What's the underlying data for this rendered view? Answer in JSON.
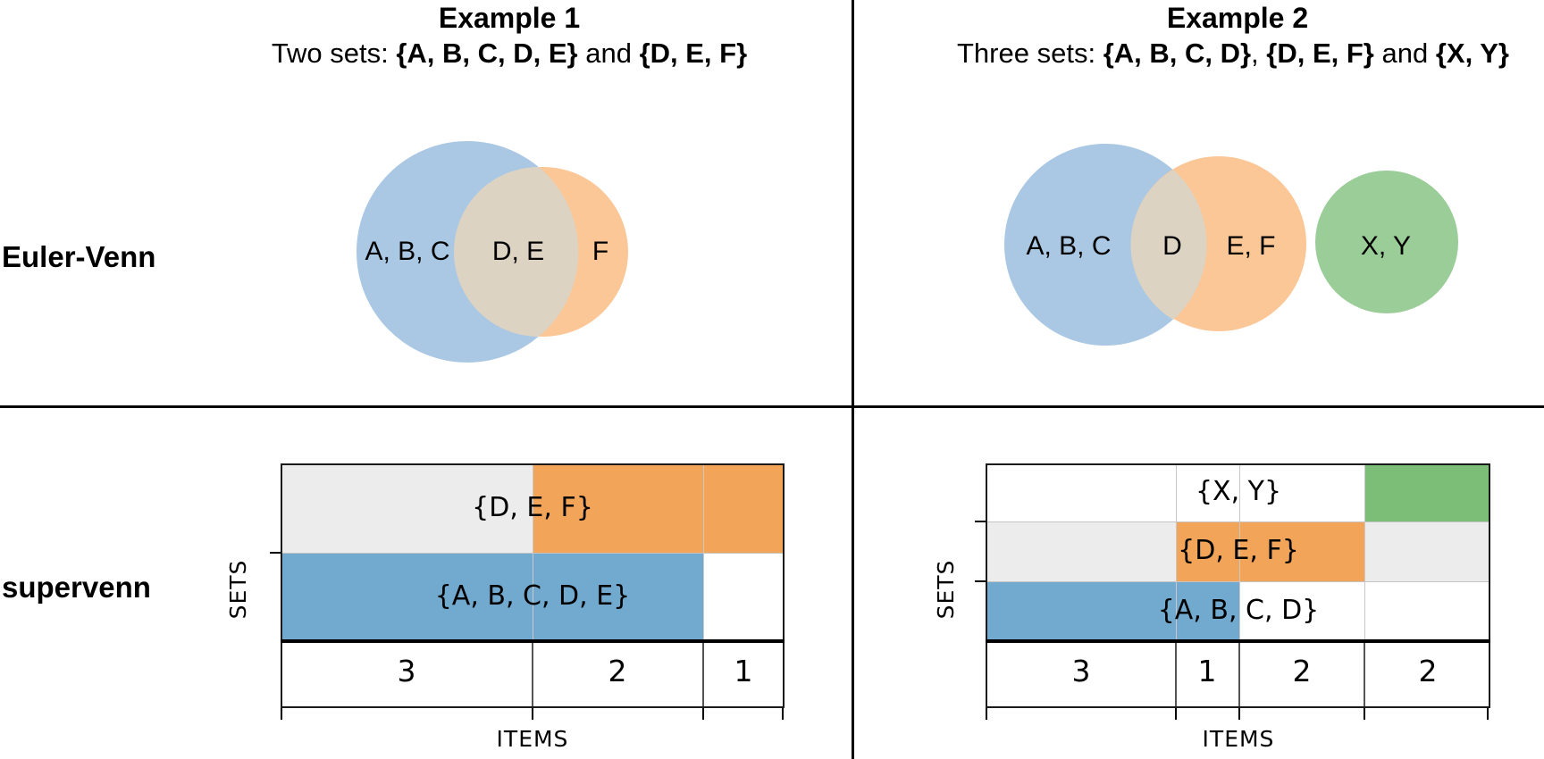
{
  "palette": {
    "venn_blue": "#aac8e4",
    "venn_orange": "#fbc797",
    "venn_overlap": "#ddd3c3",
    "venn_green": "#9bcd98",
    "supervenn_blue": "#72a9cf",
    "supervenn_orange": "#f2a459",
    "supervenn_green": "#7cbe78",
    "supervenn_stripe_gray": "#ececec",
    "divider": "#000000"
  },
  "row_labels": {
    "top": "Euler-Venn",
    "bottom": "supervenn"
  },
  "columns": [
    {
      "title": "Example 1",
      "subtitle_parts": [
        "Two sets: ",
        "{A, B, C, D, E}",
        " and ",
        "{D, E, F}"
      ],
      "venn_regions": {
        "left": "A, B, C",
        "overlap": "D, E",
        "right": "F"
      },
      "supervenn": {
        "set_labels": [
          "{D, E, F}",
          "{A, B, C, D, E}"
        ],
        "column_counts": [
          "3",
          "2",
          "1"
        ],
        "xlabel": "ITEMS",
        "ylabel": "SETS"
      }
    },
    {
      "title": "Example 2",
      "subtitle_parts": [
        "Three sets: ",
        "{A, B, C, D}",
        ", ",
        "{D, E, F}",
        " and ",
        "{X, Y}"
      ],
      "venn_regions": {
        "left": "A, B, C",
        "overlap": "D",
        "right": "E, F",
        "separate": "X, Y"
      },
      "supervenn": {
        "set_labels": [
          "{X, Y}",
          "{D, E, F}",
          "{A, B, C, D}"
        ],
        "column_counts": [
          "3",
          "1",
          "2",
          "2"
        ],
        "xlabel": "ITEMS",
        "ylabel": "SETS"
      }
    }
  ],
  "chart_data": [
    {
      "type": "venn",
      "panel": "Example 1",
      "sets": [
        {
          "name": "{A, B, C, D, E}",
          "color": "blue"
        },
        {
          "name": "{D, E, F}",
          "color": "orange"
        }
      ],
      "regions": [
        {
          "label": "A, B, C",
          "member_of": [
            "{A, B, C, D, E}"
          ]
        },
        {
          "label": "D, E",
          "member_of": [
            "{A, B, C, D, E}",
            "{D, E, F}"
          ]
        },
        {
          "label": "F",
          "member_of": [
            "{D, E, F}"
          ]
        }
      ]
    },
    {
      "type": "venn",
      "panel": "Example 2",
      "sets": [
        {
          "name": "{A, B, C, D}",
          "color": "blue"
        },
        {
          "name": "{D, E, F}",
          "color": "orange"
        },
        {
          "name": "{X, Y}",
          "color": "green"
        }
      ],
      "regions": [
        {
          "label": "A, B, C",
          "member_of": [
            "{A, B, C, D}"
          ]
        },
        {
          "label": "D",
          "member_of": [
            "{A, B, C, D}",
            "{D, E, F}"
          ]
        },
        {
          "label": "E, F",
          "member_of": [
            "{D, E, F}"
          ]
        },
        {
          "label": "X, Y",
          "member_of": [
            "{X, Y}"
          ]
        }
      ]
    },
    {
      "type": "supervenn",
      "panel": "Example 1",
      "xlabel": "ITEMS",
      "ylabel": "SETS",
      "rows_top_to_bottom": [
        "{D, E, F}",
        "{A, B, C, D, E}"
      ],
      "columns": [
        {
          "item_count": 3,
          "width_units": 3,
          "in_sets": [
            "{A, B, C, D, E}"
          ]
        },
        {
          "item_count": 2,
          "width_units": 2,
          "in_sets": [
            "{A, B, C, D, E}",
            "{D, E, F}"
          ]
        },
        {
          "item_count": 1,
          "width_units": 1,
          "in_sets": [
            "{D, E, F}"
          ]
        }
      ]
    },
    {
      "type": "supervenn",
      "panel": "Example 2",
      "xlabel": "ITEMS",
      "ylabel": "SETS",
      "rows_top_to_bottom": [
        "{X, Y}",
        "{D, E, F}",
        "{A, B, C, D}"
      ],
      "columns": [
        {
          "item_count": 3,
          "width_units": 3,
          "in_sets": [
            "{A, B, C, D}"
          ]
        },
        {
          "item_count": 1,
          "width_units": 1,
          "in_sets": [
            "{A, B, C, D}",
            "{D, E, F}"
          ]
        },
        {
          "item_count": 2,
          "width_units": 2,
          "in_sets": [
            "{D, E, F}"
          ]
        },
        {
          "item_count": 2,
          "width_units": 2,
          "in_sets": [
            "{X, Y}"
          ]
        }
      ]
    }
  ]
}
